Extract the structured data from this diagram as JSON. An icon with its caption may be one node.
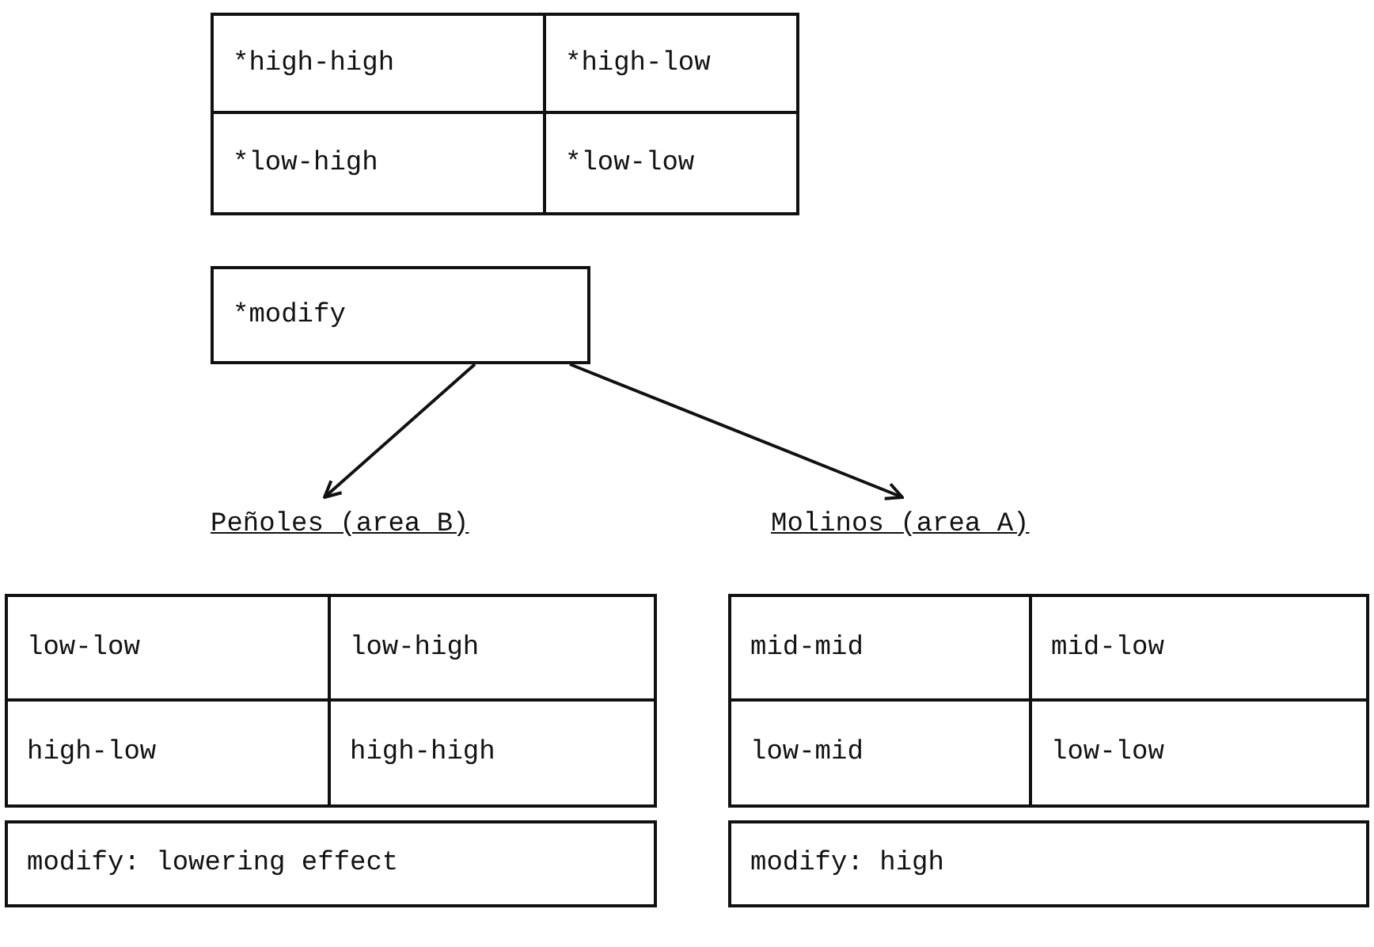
{
  "diagram": {
    "nodes": [
      {
        "text": [],
        "shape": "box"
      },
      {
        "text": [
          "*high-high"
        ],
        "in": 0
      },
      {
        "text": [
          "*high-low"
        ],
        "in": 0
      },
      {
        "text": [
          "*low-high"
        ],
        "in": 0
      },
      {
        "text": [
          "*low-low"
        ],
        "in": 0
      },
      {
        "text": [
          "*modify"
        ]
      },
      {
        "text": [
          "Peñoles (area B)"
        ]
      },
      {
        "text": [
          "Molinos (area A)"
        ]
      },
      {
        "text": [],
        "shape": "box"
      },
      {
        "text": [
          "low-low"
        ],
        "in": 8
      },
      {
        "text": [
          "low-high"
        ],
        "in": 8
      },
      {
        "text": [
          "high-low"
        ],
        "in": 8
      },
      {
        "text": [
          "high-high"
        ],
        "in": 8
      },
      {
        "text": [
          "modify: lowering effect"
        ]
      },
      {
        "text": [],
        "shape": "box"
      },
      {
        "text": [
          "mid-mid"
        ],
        "in": 14
      },
      {
        "text": [
          "mid-low"
        ],
        "in": 14
      },
      {
        "text": [
          "low-mid"
        ],
        "in": 14
      },
      {
        "text": [
          "low-low"
        ],
        "in": 14
      },
      {
        "text": [
          "modify: high"
        ]
      }
    ],
    "edges": [
      {
        "from": 5,
        "to": 6,
        "arrow": "to"
      },
      {
        "from": 5,
        "to": 7,
        "arrow": "to"
      }
    ]
  }
}
